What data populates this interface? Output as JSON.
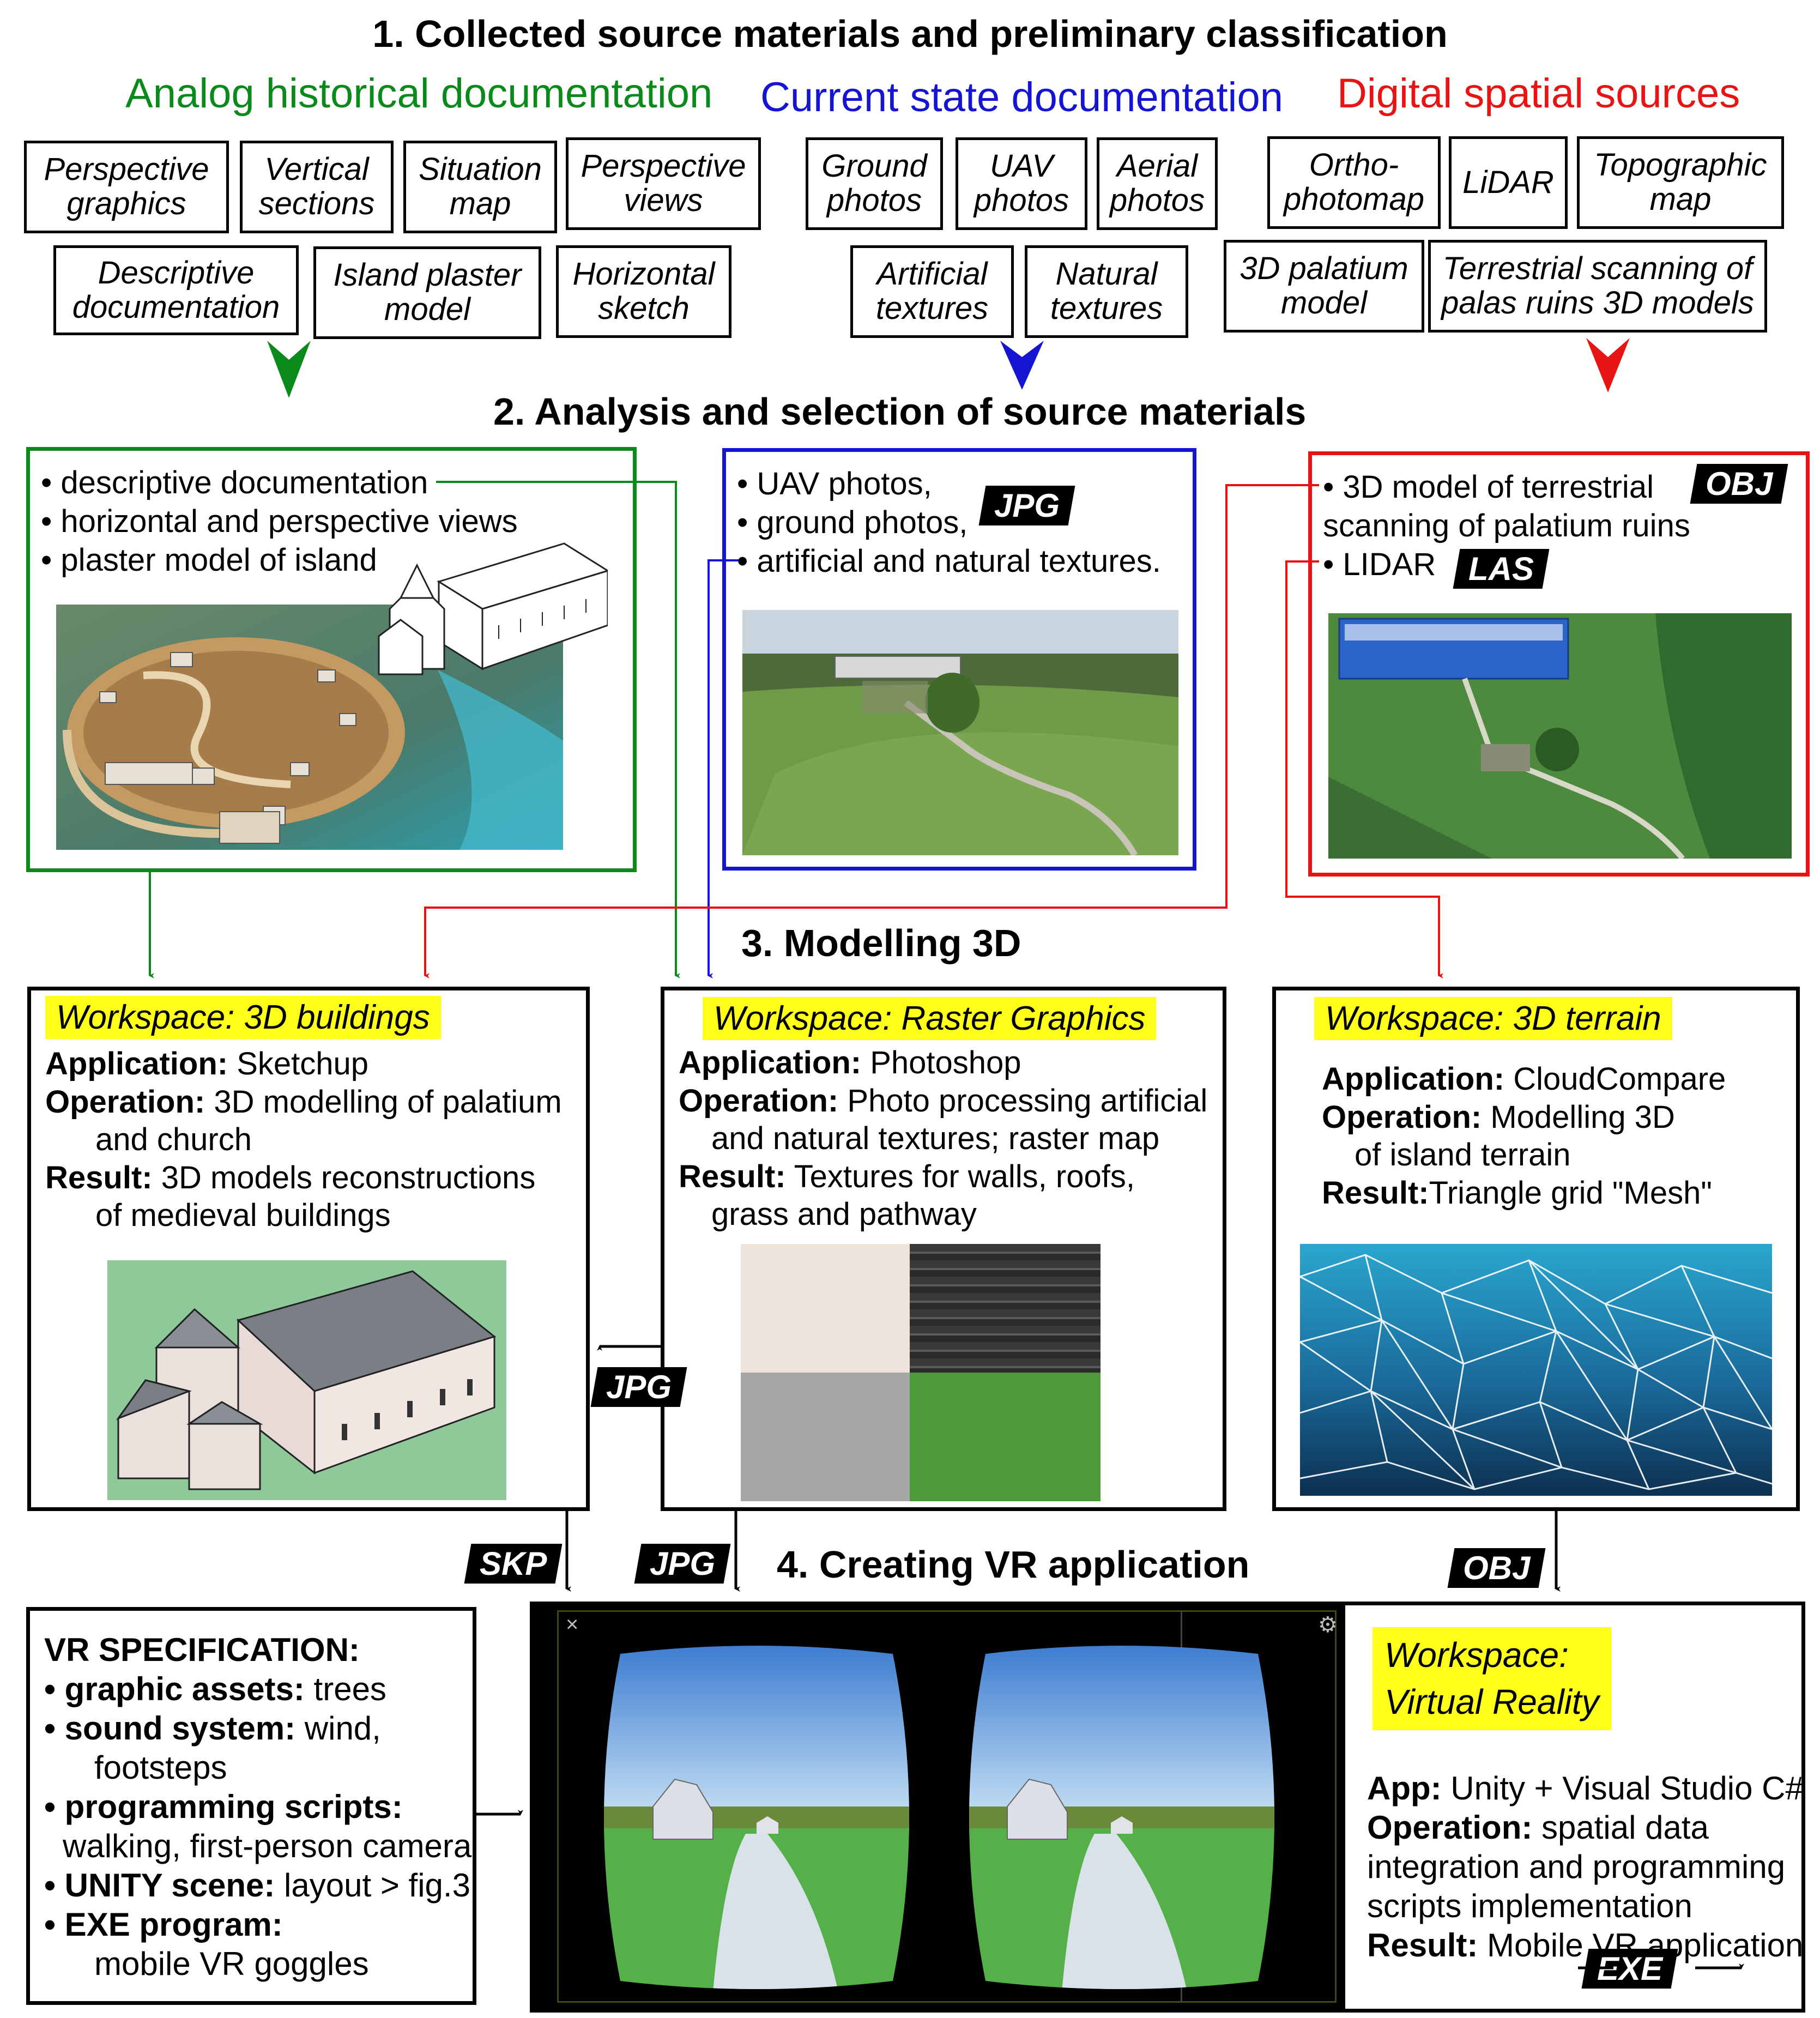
{
  "headings": {
    "h1": "1. Collected source materials and preliminary classification",
    "h2": "2. Analysis and selection of source materials",
    "h3": "3. Modelling 3D",
    "h4": "4. Creating VR application"
  },
  "categories": {
    "analog": {
      "label": "Analog historical documentation",
      "color": "#0a8a1a"
    },
    "current": {
      "label": "Current state documentation",
      "color": "#1414d2"
    },
    "digital": {
      "label": "Digital spatial sources",
      "color": "#e81414"
    }
  },
  "sources": {
    "analog": [
      "Perspective\ngraphics",
      "Vertical\nsections",
      "Situation\nmap",
      "Perspective\nviews",
      "Descriptive\ndocumentation",
      "Island plaster\nmodel",
      "Horizontal\nsketch"
    ],
    "current": [
      "Ground\nphotos",
      "UAV\nphotos",
      "Aerial\nphotos",
      "Artificial\ntextures",
      "Natural\ntextures"
    ],
    "digital": [
      "Ortho-\nphotomap",
      "LiDAR",
      "Topographic\nmap",
      "3D palatium\nmodel",
      "Terrestrial scanning of\npalas ruins 3D models"
    ]
  },
  "analysis": {
    "green_items": [
      "• descriptive documentation",
      "• horizontal and perspective views",
      "• plaster model of island"
    ],
    "blue_items": [
      "• UAV photos,",
      "• ground photos,",
      "• artificial and natural textures."
    ],
    "red_items": [
      "• 3D model of terrestrial",
      "scanning of palatium ruins",
      "• LIDAR"
    ],
    "blue_tag": "JPG",
    "red_tag_obj": "OBJ",
    "red_tag_las": "LAS"
  },
  "workspaces": {
    "buildings": {
      "label": "Workspace: 3D buildings",
      "app_key": "Application:",
      "app_val": " Sketchup",
      "op_key": "Operation:",
      "op_val": " 3D modelling of palatium",
      "op_val2": "and church",
      "res_key": "Result:",
      "res_val": " 3D models reconstructions",
      "res_val2": "of medieval buildings"
    },
    "raster": {
      "label": "Workspace: Raster Graphics",
      "app_key": "Application:",
      "app_val": " Photoshop",
      "op_key": "Operation:",
      "op_val": " Photo processing artificial",
      "op_val2": "and natural textures; raster map",
      "res_key": "Result:",
      "res_val": " Textures for walls, roofs,",
      "res_val2": "grass and pathway"
    },
    "terrain": {
      "label": "Workspace: 3D terrain",
      "app_key": "Application:",
      "app_val": " CloudCompare",
      "op_key": "Operation:",
      "op_val": " Modelling 3D",
      "op_val2": "of island terrain",
      "res_key": "Result:",
      "res_val": "Triangle grid \"Mesh\""
    }
  },
  "transfer_tags": {
    "jpg_mid": "JPG",
    "skp": "SKP",
    "jpg_bottom": "JPG",
    "obj_bottom": "OBJ",
    "exe": "EXE"
  },
  "vr_spec": {
    "title": "VR SPECIFICATION:",
    "items": [
      {
        "key": "• graphic assets:",
        "val": " trees"
      },
      {
        "key": "• sound system:",
        "val": " wind,"
      },
      {
        "key": "",
        "val": "footsteps"
      },
      {
        "key": "• programming scripts:",
        "val": ""
      },
      {
        "key": "",
        "val": "walking, first-person camera"
      },
      {
        "key": "• UNITY scene: ",
        "val": "layout > fig.3"
      },
      {
        "key": "• EXE program:",
        "val": ""
      },
      {
        "key": "",
        "val": "mobile VR goggles"
      }
    ]
  },
  "vr_workspace": {
    "label1": "Workspace:",
    "label2": "Virtual Reality",
    "app_key": "App:",
    "app_val": " Unity + Visual Studio C#",
    "op_key": "Operation:",
    "op_val": " spatial data",
    "op_val2": "integration and programming",
    "op_val3": "scripts implementation",
    "res_key": "Result:",
    "res_val": " Mobile VR application"
  },
  "vr_viewer": {
    "close_glyph": "×",
    "gear_glyph": "⚙"
  },
  "colors": {
    "green": "#0a8a1a",
    "blue": "#1414d2",
    "red": "#e81414",
    "yellow": "#ffff1a"
  }
}
